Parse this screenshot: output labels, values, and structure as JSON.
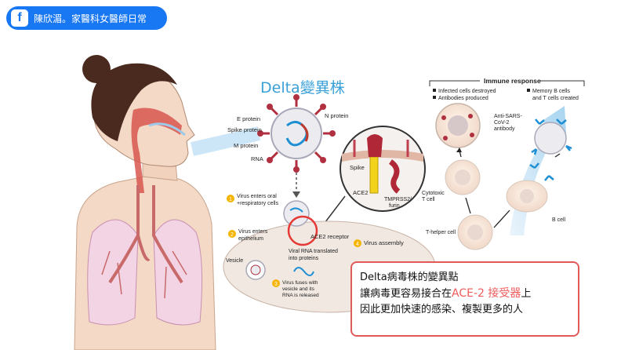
{
  "header": {
    "icon": "facebook-icon",
    "title": "陳欣湄。家醫科女醫師日常"
  },
  "figure": {
    "variant_title": "Delta變異株",
    "virus_labels": {
      "e": "E protein",
      "spike": "Spike protein",
      "m": "M protein",
      "rna": "RNA",
      "n": "N protein"
    },
    "inset_labels": {
      "spike": "Spike",
      "ace2": "ACE2",
      "tmprss2": "TMPRSS2/",
      "furin": "furin"
    },
    "steps": {
      "s1_a": "Virus enters oral",
      "s1_b": "+respiratory cells",
      "s2_a": "Virus enters",
      "s2_b": "epithelium",
      "ace2_receptor": "ACE2 receptor",
      "vesicle": "Vesicle",
      "viral_rna_a": "Viral RNA translated",
      "viral_rna_b": "into proteins",
      "s3_a": "Virus fuses with",
      "s3_b": "vesicle and its",
      "s3_c": "RNA is released",
      "s4": "Virus assembly",
      "n1": "1",
      "n2": "2",
      "n3": "3",
      "n4": "4"
    },
    "immune": {
      "title": "Immune response",
      "left_1": "Infected cells destroyed",
      "left_2": "Antibodies produced",
      "right_1": "Memory B cells",
      "right_2": "and T cells created",
      "antibody_a": "Anti-SARS-",
      "antibody_b": "CoV-2",
      "antibody_c": "antibody",
      "cytotoxic_a": "Cytotoxic",
      "cytotoxic_b": "T cell",
      "t_helper": "T-helper cell",
      "b_cell": "B cell"
    }
  },
  "callout": {
    "line1": "Delta病毒株的變異點",
    "line2_pre": "讓病毒更容易接合在",
    "line2_highlight": "ACE-2 接受器",
    "line2_post": "上",
    "line3": "因此更加快速的感染、複製更多的人"
  },
  "colors": {
    "badge": "#1877f2",
    "highlight": "#ef5a5a",
    "title_blue": "#3aa0d8",
    "circle_red": "#e53935"
  }
}
